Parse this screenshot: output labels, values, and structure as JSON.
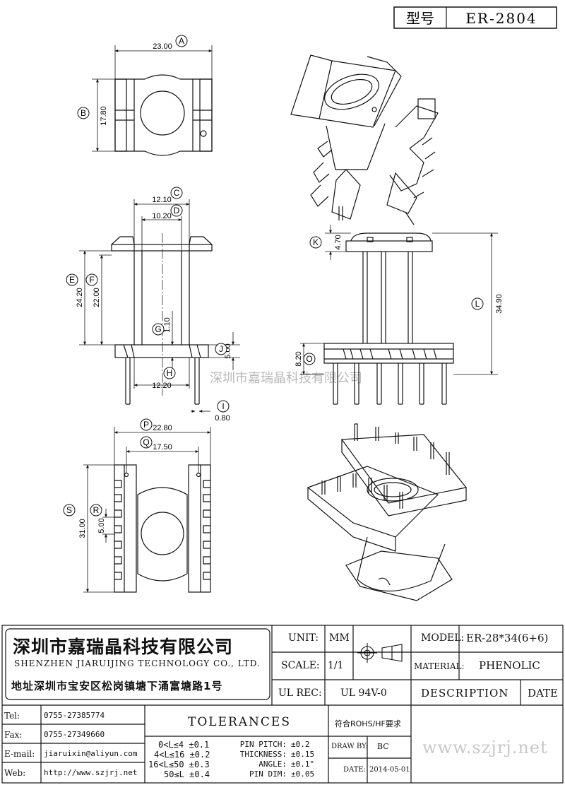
{
  "header": {
    "type_label": "型号",
    "model": "ER-2804"
  },
  "watermark": "深圳市嘉瑞晶科技有限公司",
  "dimensions": {
    "A": "23.00",
    "B": "17.80",
    "C": "12.10",
    "D": "10.20",
    "E": "24.20",
    "F": "22.00",
    "G": "1.10",
    "H": "12.20",
    "I": "0.80",
    "J": "5.00",
    "K": "4.70",
    "L": "34.90",
    "O": "8.20",
    "P": "22.80",
    "Q": "17.50",
    "R": "5.00",
    "S": "31.00"
  },
  "callouts": {
    "A": "A",
    "B": "B",
    "C": "C",
    "D": "D",
    "E": "E",
    "F": "F",
    "G": "G",
    "H": "H",
    "I": "I",
    "J": "J",
    "K": "K",
    "L": "L",
    "O": "O",
    "P": "P",
    "Q": "Q",
    "R": "R",
    "S": "S"
  },
  "company": {
    "name_cn": "深圳市嘉瑞晶科技有限公司",
    "name_en": "SHENZHEN JIARUIJING TECHNOLOGY CO., LTD.",
    "address": "地址深圳市宝安区松岗镇塘下涌富塘路1号"
  },
  "title_block": {
    "unit_label": "UNIT:",
    "unit_value": "MM",
    "scale_label": "SCALE:",
    "scale_value": "1/1",
    "model_label": "MODEL:",
    "model_value": "ER-28*34(6+6)",
    "material_label": "MATERIAL:",
    "material_value": "PHENOLIC",
    "ul_label": "UL REC:",
    "ul_value": "UL 94V-0",
    "description_label": "DESCRIPTION",
    "date_header": "DATE",
    "tolerances_label": "TOLERANCES",
    "rohs": "符合ROHS/HF要求",
    "draw_by_label": "DRAW BY:",
    "draw_by_value": "BC",
    "date_label": "DATE:",
    "date_value": "2014-05-01",
    "website_big": "www.szjrj.net"
  },
  "contacts": [
    {
      "label": "Tel:",
      "value": "0755-27385774"
    },
    {
      "label": "Fax:",
      "value": "0755-27349660"
    },
    {
      "label": "E-mail:",
      "value": "jiaruixin@aliyun.com"
    },
    {
      "label": "Web:",
      "value": "http://www.szjrj.net"
    }
  ],
  "tolerances": {
    "length": [
      "0<L≤4 ±0.1",
      "4<L≤16 ±0.2",
      "16<L≤50 ±0.3",
      "50≤L ±0.4"
    ],
    "other": [
      {
        "label": "PIN PITCH:",
        "value": "±0.2"
      },
      {
        "label": "THICKNESS:",
        "value": "±0.15"
      },
      {
        "label": "ANGLE:",
        "value": "±0.1°"
      },
      {
        "label": "PIN DIM:",
        "value": "±0.05"
      }
    ]
  }
}
